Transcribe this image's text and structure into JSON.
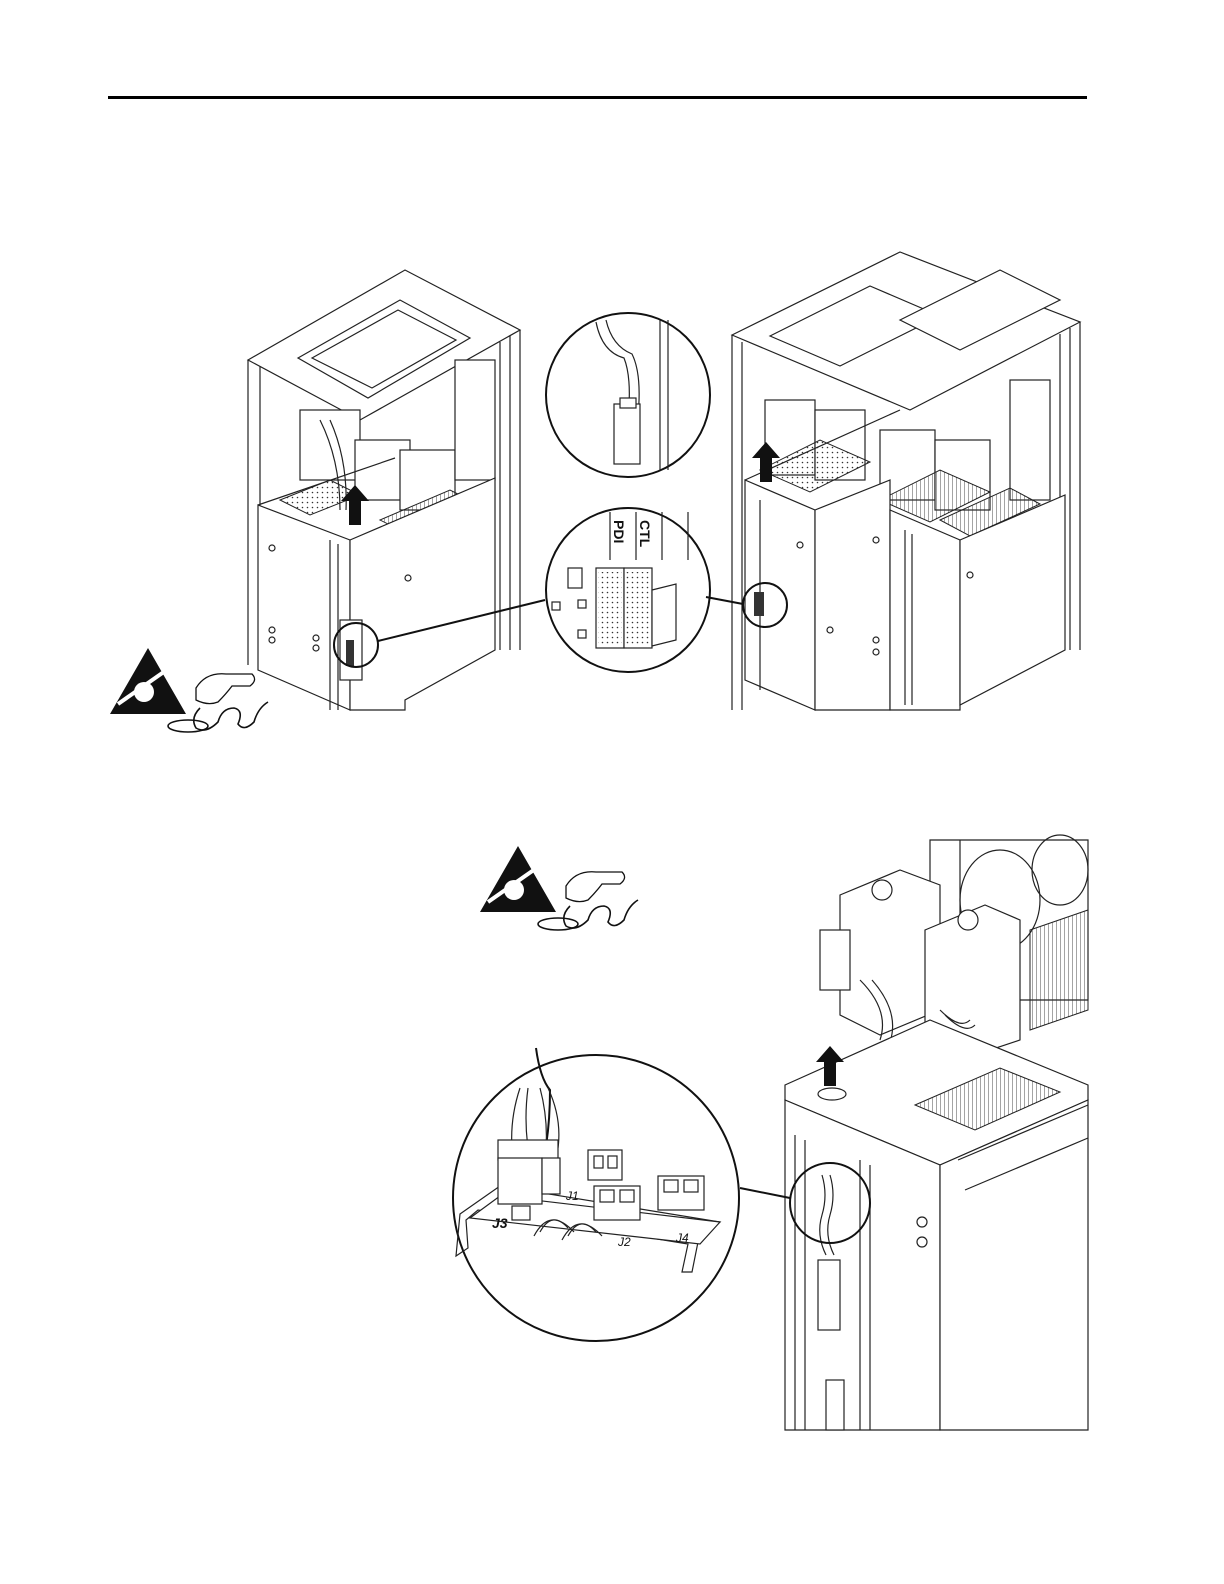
{
  "page": {
    "background": "#ffffff",
    "rule_color": "#000000"
  },
  "figure_top": {
    "detail_labels": {
      "pdi": "PDI",
      "ctl": "CTL"
    }
  },
  "figure_bottom": {
    "connector_labels": {
      "j3": "J3",
      "j1": "J1",
      "j2": "J2",
      "j4": "J4"
    }
  },
  "icons": {
    "esd_warning_top": "esd-warning-icon",
    "esd_warning_bottom": "esd-warning-icon",
    "lift_arrow": "arrow-up-icon"
  }
}
